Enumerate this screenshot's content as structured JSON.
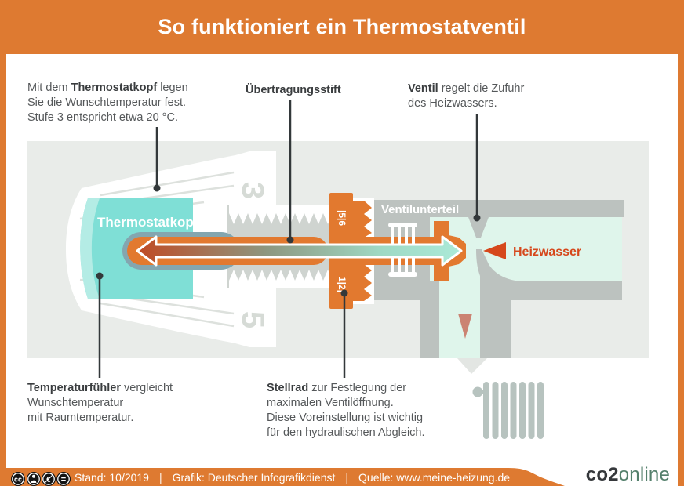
{
  "header": {
    "title": "So funktioniert ein Thermostatventil"
  },
  "callouts": {
    "thermostatkopf": {
      "pre": "Mit dem ",
      "bold": "Thermostatkopf",
      "post": " legen",
      "line2": "Sie die Wunschtemperatur fest.",
      "line3": "Stufe 3 entspricht etwa 20 °C."
    },
    "uebertragungsstift": {
      "bold": "Übertragungsstift"
    },
    "ventil": {
      "bold": "Ventil",
      "post": " regelt die Zufuhr",
      "line2": "des Heizwassers."
    },
    "temperaturfuehler": {
      "bold": "Temperaturfühler",
      "post": " vergleicht",
      "line2": "Wunschtemperatur",
      "line3": "mit Raumtemperatur."
    },
    "stellrad": {
      "bold": "Stellrad",
      "post": " zur Festlegung der",
      "line2": "maximalen Ventilöffnung.",
      "line3": "Diese Voreinstellung ist wichtig",
      "line4": "für den hydraulischen Abgleich."
    }
  },
  "diagram": {
    "thermostatkopf_label": "Thermostatkopf",
    "ventilunterteil_label": "Ventilunterteil",
    "heizwasser_label": "Heizwasser",
    "head_scale_top": "3",
    "head_scale_bottom": "5",
    "stellrad_scale_top": "|5|6",
    "stellrad_scale_bottom": "1|2|"
  },
  "footer": {
    "license_icons": [
      "cc-icon",
      "cc-by-icon",
      "cc-nc-eu-icon",
      "cc-nd-icon"
    ],
    "cc_glyph": "cc",
    "nc_glyph": "€",
    "nd_glyph": "=",
    "stand": "Stand: 10/2019",
    "sep1": "|",
    "grafik": "Grafik: Deutscher Infografikdienst",
    "sep2": "|",
    "quelle": "Quelle: www.meine-heizung.de",
    "logo": {
      "part1": "co2",
      "part2": "online"
    }
  },
  "colors": {
    "frame_orange": "#DE7A31",
    "pin_orange": "#E2792F",
    "sensor_teal": "#7FDFD6",
    "mint_water": "#DFF5EB",
    "valve_gray": "#BCC2BF",
    "panel_gray": "#E9ECE9",
    "heizwasser_red": "#D6481C",
    "arrow_warm": "#C04B24",
    "arrow_cool": "#ABEAD8",
    "salmon_arrow": "#CB8372",
    "logo_green": "#54806C"
  }
}
